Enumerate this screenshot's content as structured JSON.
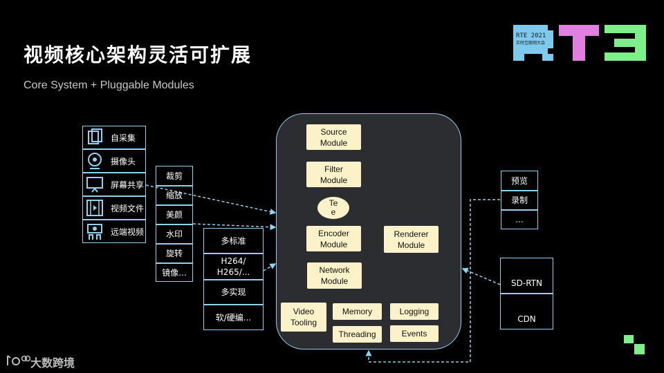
{
  "title": "视频核心架构灵活可扩展",
  "subtitle": "Core System + Pluggable Modules",
  "sources": [
    {
      "label": "自采集",
      "icon": "file-capture-icon"
    },
    {
      "label": "摄像头",
      "icon": "webcam-icon"
    },
    {
      "label": "屏幕共享",
      "icon": "screen-share-icon"
    },
    {
      "label": "视频文件",
      "icon": "video-file-icon"
    },
    {
      "label": "远端视频",
      "icon": "remote-video-icon"
    }
  ],
  "filters": [
    "裁剪",
    "缩放",
    "美颜",
    "水印",
    "旋转",
    "镜像..."
  ],
  "encoders": [
    "多标准",
    "H264/\nH265/...",
    "多实现",
    "软/硬编..."
  ],
  "core": {
    "source": "Source\nModule",
    "filter": "Filter\nModule",
    "tee": "Te\ne",
    "encoder": "Encoder\nModule",
    "network": "Network\nModule",
    "renderer": "Renderer\nModule",
    "tooling": "Video\nTooling",
    "memory": "Memory",
    "logging": "Logging",
    "threading": "Threading",
    "events": "Events"
  },
  "outputs": [
    "预览",
    "录制",
    "..."
  ],
  "networks": [
    "SD-RTN",
    "CDN"
  ],
  "logo": {
    "text": "RTE 2021",
    "sub": "实时互联网大会"
  },
  "brand": "大数跨境",
  "colors": {
    "accent": "#8fd3ee",
    "module": "#fbf2c9",
    "core": "#2b2d30",
    "logo_blue": "#7ec9ee",
    "logo_pink": "#e27fe0",
    "logo_green": "#7ef08a"
  }
}
